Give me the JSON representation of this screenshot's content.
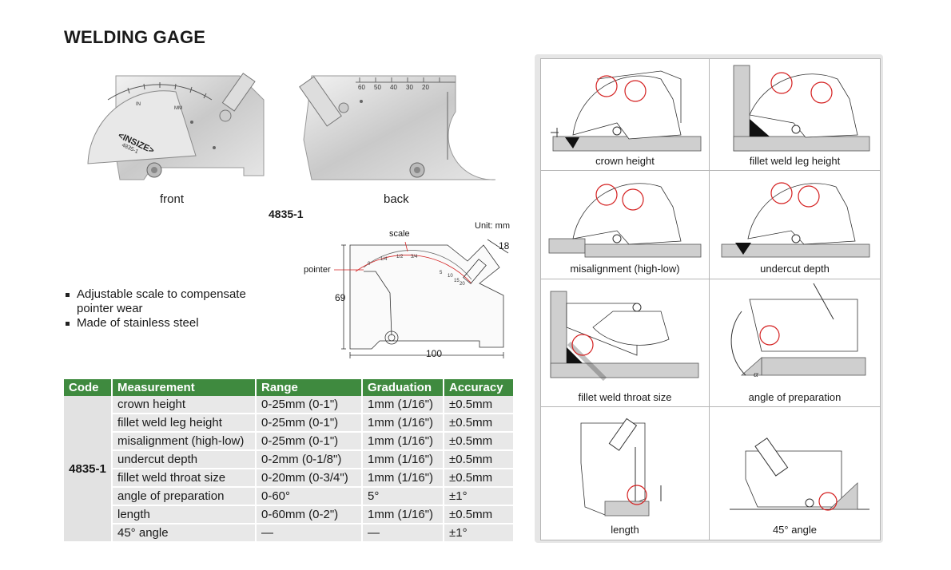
{
  "title": "WELDING GAGE",
  "photos": {
    "front_label": "front",
    "back_label": "back",
    "model": "4835-1"
  },
  "drawing": {
    "unit": "Unit: mm",
    "scale_label": "scale",
    "pointer_label": "pointer",
    "dim_height": "69",
    "dim_width": "100",
    "dim_slot": "18"
  },
  "features": [
    "Adjustable scale to compensate pointer wear",
    "Made of stainless steel"
  ],
  "table": {
    "headers": [
      "Code",
      "Measurement",
      "Range",
      "Graduation",
      "Accuracy"
    ],
    "code": "4835-1",
    "rows": [
      [
        "crown height",
        "0-25mm (0-1\")",
        "1mm (1/16\")",
        "±0.5mm"
      ],
      [
        "fillet weld leg height",
        "0-25mm (0-1\")",
        "1mm (1/16\")",
        "±0.5mm"
      ],
      [
        "misalignment (high-low)",
        "0-25mm (0-1\")",
        "1mm (1/16\")",
        "±0.5mm"
      ],
      [
        "undercut depth",
        "0-2mm (0-1/8\")",
        "1mm (1/16\")",
        "±0.5mm"
      ],
      [
        "fillet weld throat size",
        "0-20mm (0-3/4\")",
        "1mm (1/16\")",
        "±0.5mm"
      ],
      [
        "angle of preparation",
        "0-60°",
        "5°",
        "±1°"
      ],
      [
        "length",
        "0-60mm (0-2\")",
        "1mm (1/16\")",
        "±0.5mm"
      ],
      [
        "45° angle",
        "—",
        "—",
        "±1°"
      ]
    ]
  },
  "diagrams": [
    "crown height",
    "fillet weld leg height",
    "misalignment (high-low)",
    "undercut depth",
    "fillet weld throat size",
    "angle of preparation",
    "length",
    "45° angle"
  ],
  "colors": {
    "header_green": "#3f8a3f",
    "highlight_red": "#d42020"
  }
}
